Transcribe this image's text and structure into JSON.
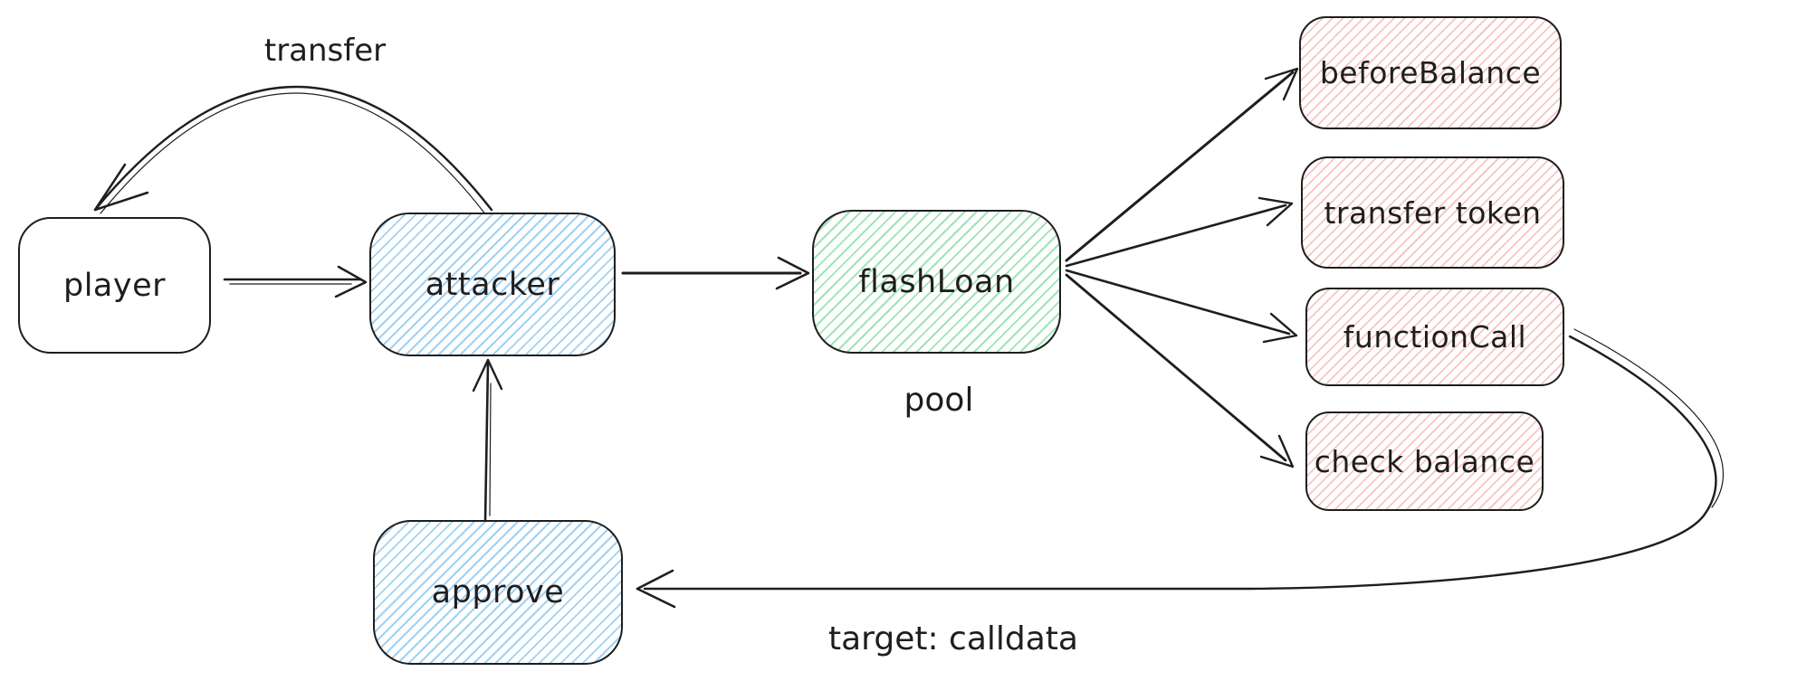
{
  "diagram": {
    "type": "flowchart",
    "style": "hand-drawn",
    "background": "#ffffff",
    "stroke_color": "#1e1e1e",
    "colors": {
      "blue_hatch": "#90caf2",
      "green_hatch": "#87dea0",
      "red_hatch": "#f5a6a0"
    },
    "nodes": [
      {
        "id": "player",
        "label": "player",
        "fill": "white"
      },
      {
        "id": "attacker",
        "label": "attacker",
        "fill": "blue"
      },
      {
        "id": "flashLoan",
        "label": "flashLoan",
        "fill": "green"
      },
      {
        "id": "approve",
        "label": "approve",
        "fill": "blue"
      },
      {
        "id": "beforeBalance",
        "label": "beforeBalance",
        "fill": "red"
      },
      {
        "id": "transferToken",
        "label": "transfer token",
        "fill": "red"
      },
      {
        "id": "functionCall",
        "label": "functionCall",
        "fill": "red"
      },
      {
        "id": "checkBalance",
        "label": "check balance",
        "fill": "red"
      }
    ],
    "annotations": {
      "transfer_label": "transfer",
      "pool_label": "pool",
      "target_label": "target: calldata"
    },
    "edges": [
      {
        "from": "player",
        "to": "attacker",
        "label": ""
      },
      {
        "from": "attacker",
        "to": "player",
        "label": "transfer"
      },
      {
        "from": "attacker",
        "to": "flashLoan",
        "label": ""
      },
      {
        "from": "approve",
        "to": "attacker",
        "label": ""
      },
      {
        "from": "flashLoan",
        "to": "beforeBalance",
        "label": ""
      },
      {
        "from": "flashLoan",
        "to": "transferToken",
        "label": ""
      },
      {
        "from": "flashLoan",
        "to": "functionCall",
        "label": ""
      },
      {
        "from": "flashLoan",
        "to": "checkBalance",
        "label": ""
      },
      {
        "from": "functionCall",
        "to": "approve",
        "label": "target: calldata"
      }
    ]
  }
}
